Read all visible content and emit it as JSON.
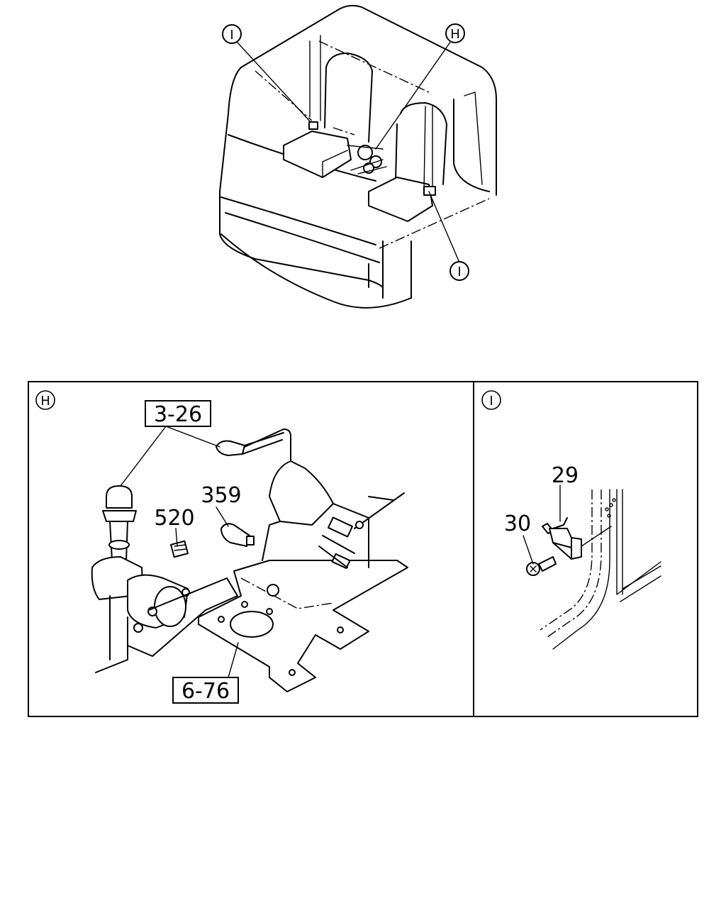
{
  "overview": {
    "callouts": [
      {
        "id": "callout-i-left",
        "letter": "I"
      },
      {
        "id": "callout-h",
        "letter": "H"
      },
      {
        "id": "callout-i-right",
        "letter": "I"
      }
    ]
  },
  "panel_h": {
    "letter": "H",
    "part_refs": [
      "3-26",
      "6-76"
    ],
    "part_numbers": [
      "359",
      "520"
    ]
  },
  "panel_i": {
    "letter": "I",
    "part_numbers": [
      "29",
      "30"
    ]
  }
}
